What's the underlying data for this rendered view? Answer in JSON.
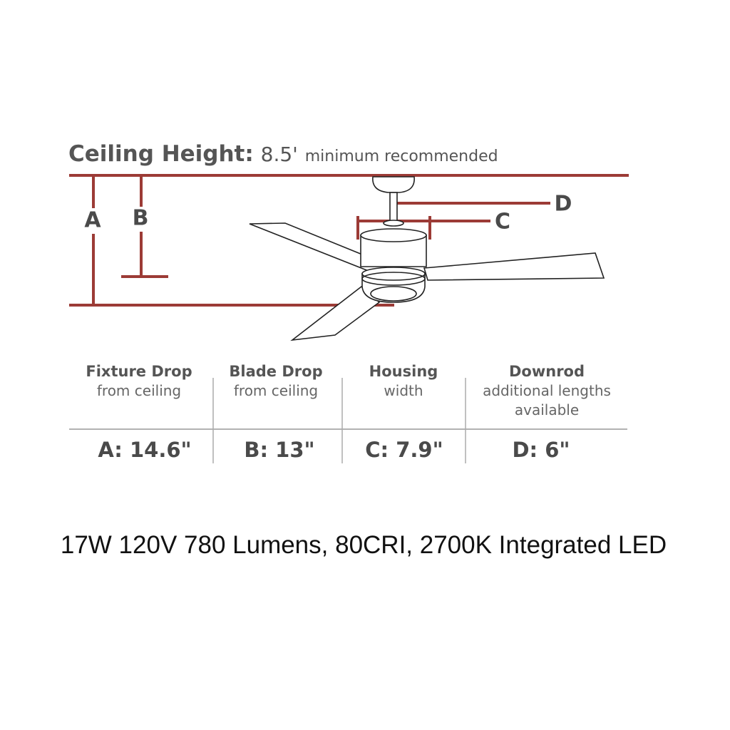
{
  "title": {
    "label": "Ceiling Height:",
    "value": "8.5'",
    "note": "minimum recommended"
  },
  "markers": {
    "a": "A",
    "b": "B",
    "c": "C",
    "d": "D"
  },
  "columns": [
    {
      "heading": "Fixture Drop",
      "sub": "from ceiling",
      "value": "A: 14.6\""
    },
    {
      "heading": "Blade Drop",
      "sub": "from ceiling",
      "value": "B: 13\""
    },
    {
      "heading": "Housing",
      "sub": "width",
      "value": "C: 7.9\""
    },
    {
      "heading": "Downrod",
      "sub": "additional lengths available",
      "value": "D: 6\""
    }
  ],
  "specs": "17W 120V 780 Lumens, 80CRI, 2700K Integrated LED",
  "colors": {
    "dimension_line": "#9c3b36",
    "text": "#555555"
  }
}
